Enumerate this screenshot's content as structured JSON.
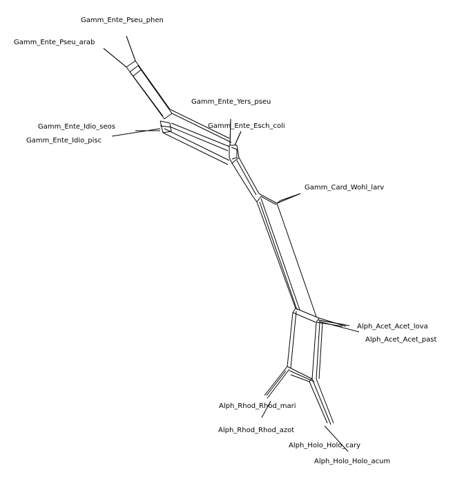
{
  "network": {
    "line_color": "#000000",
    "background": "#ffffff",
    "taxa": [
      {
        "id": "pseu_phen",
        "label": "Gamm_Ente_Pseu_phen"
      },
      {
        "id": "pseu_arab",
        "label": "Gamm_Ente_Pseu_arab"
      },
      {
        "id": "yers_pseu",
        "label": "Gamm_Ente_Yers_pseu"
      },
      {
        "id": "idio_seos",
        "label": "Gamm_Ente_Idio_seos"
      },
      {
        "id": "esch_coli",
        "label": "Gamm_Ente_Esch_coli"
      },
      {
        "id": "idio_pisc",
        "label": "Gamm_Ente_Idio_pisc"
      },
      {
        "id": "wohl_larv",
        "label": "Gamm_Card_Wohl_larv"
      },
      {
        "id": "acet_lova",
        "label": "Alph_Acet_Acet_lova"
      },
      {
        "id": "acet_past",
        "label": "Alph_Acet_Acet_past"
      },
      {
        "id": "rhod_mari",
        "label": "Alph_Rhod_Rhod_mari"
      },
      {
        "id": "rhod_azot",
        "label": "Alph_Rhod_Rhod_azot"
      },
      {
        "id": "holo_cary",
        "label": "Alph_Holo_Holo_cary"
      },
      {
        "id": "holo_acum",
        "label": "Alph_Holo_Holo_acum"
      }
    ]
  }
}
